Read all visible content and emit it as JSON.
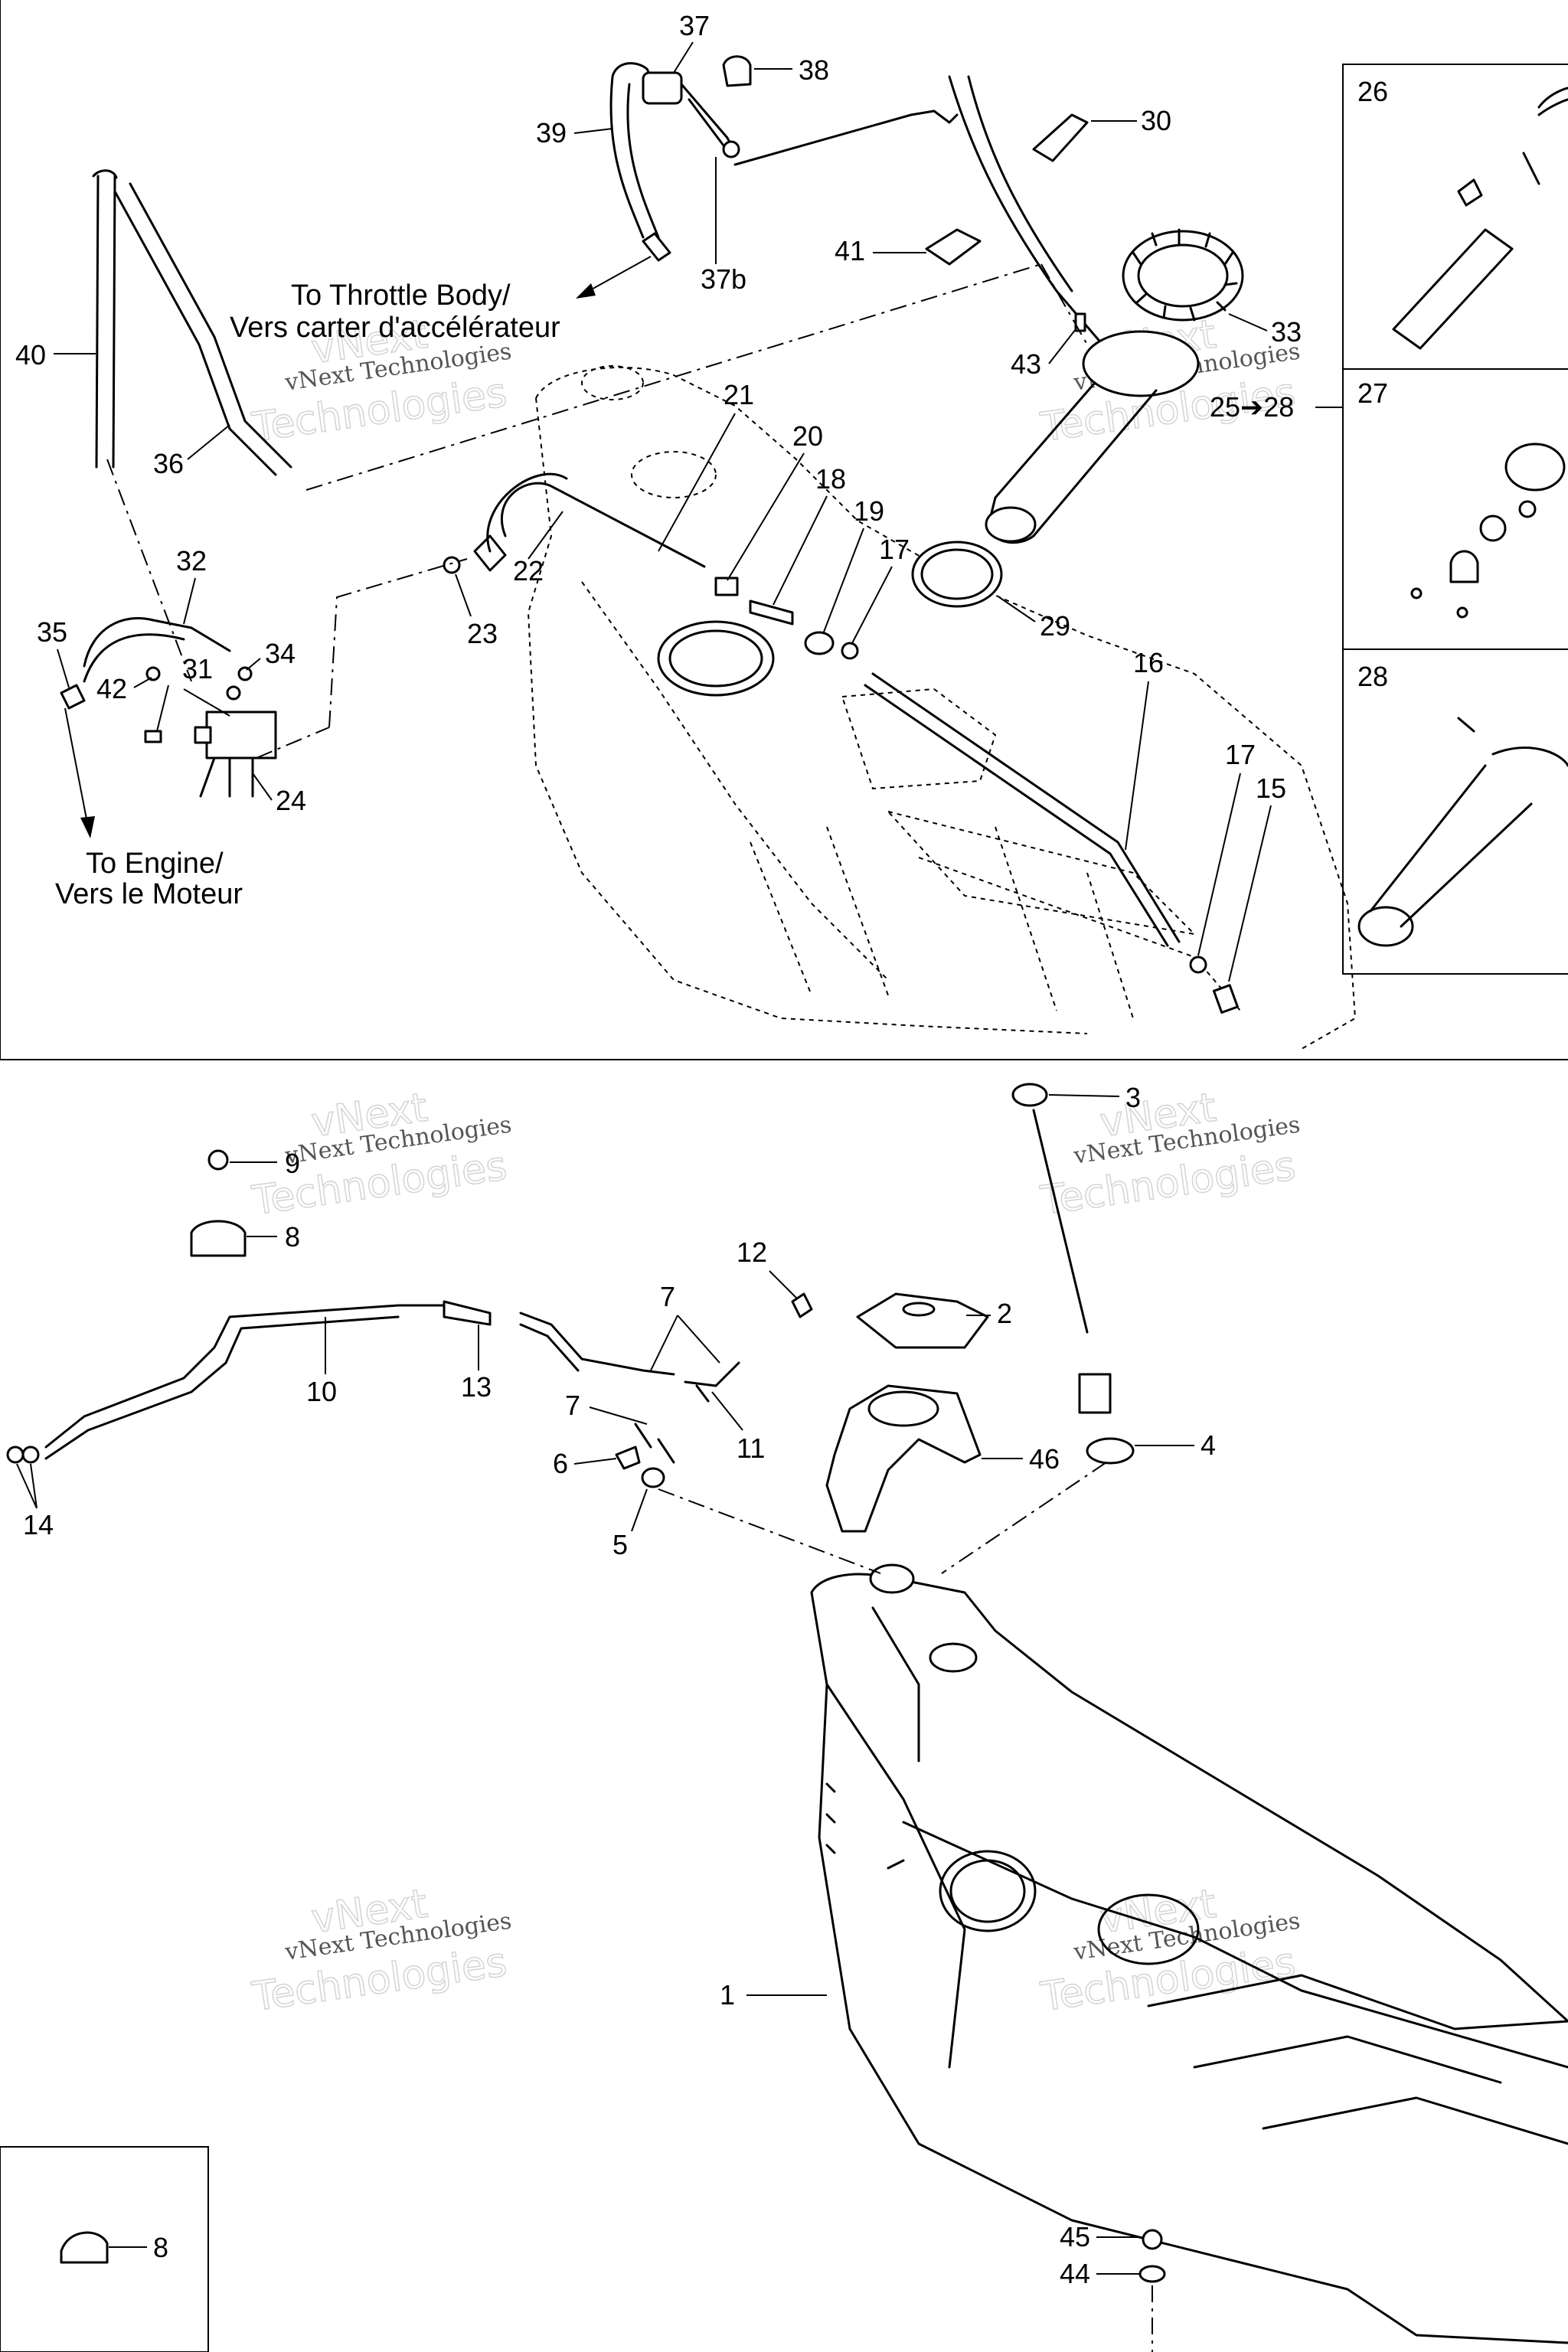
{
  "top_view": {
    "notes": {
      "throttle_line1": "To Throttle Body/",
      "throttle_line2": "Vers carter d'accélérateur",
      "engine_line1": "To Engine/",
      "engine_line2": "Vers le Moteur",
      "range_label": "25➔28"
    },
    "callouts": [
      "37",
      "38",
      "39",
      "37b",
      "30",
      "41",
      "33",
      "43",
      "40",
      "36",
      "21",
      "20",
      "18",
      "19",
      "17",
      "22",
      "23",
      "29",
      "32",
      "35",
      "34",
      "42",
      "31",
      "24",
      "16",
      "17",
      "15"
    ],
    "inset_labels": [
      "26",
      "27",
      "28"
    ]
  },
  "bottom_view": {
    "callouts": [
      "3",
      "9",
      "8",
      "12",
      "7",
      "2",
      "10",
      "13",
      "7",
      "11",
      "6",
      "5",
      "4",
      "46",
      "14",
      "1",
      "45",
      "44"
    ],
    "inset_labels": [
      "8"
    ]
  },
  "watermarks": {
    "line1": "vNext",
    "line2": "vNext Technologies",
    "line3": "Technologies"
  }
}
